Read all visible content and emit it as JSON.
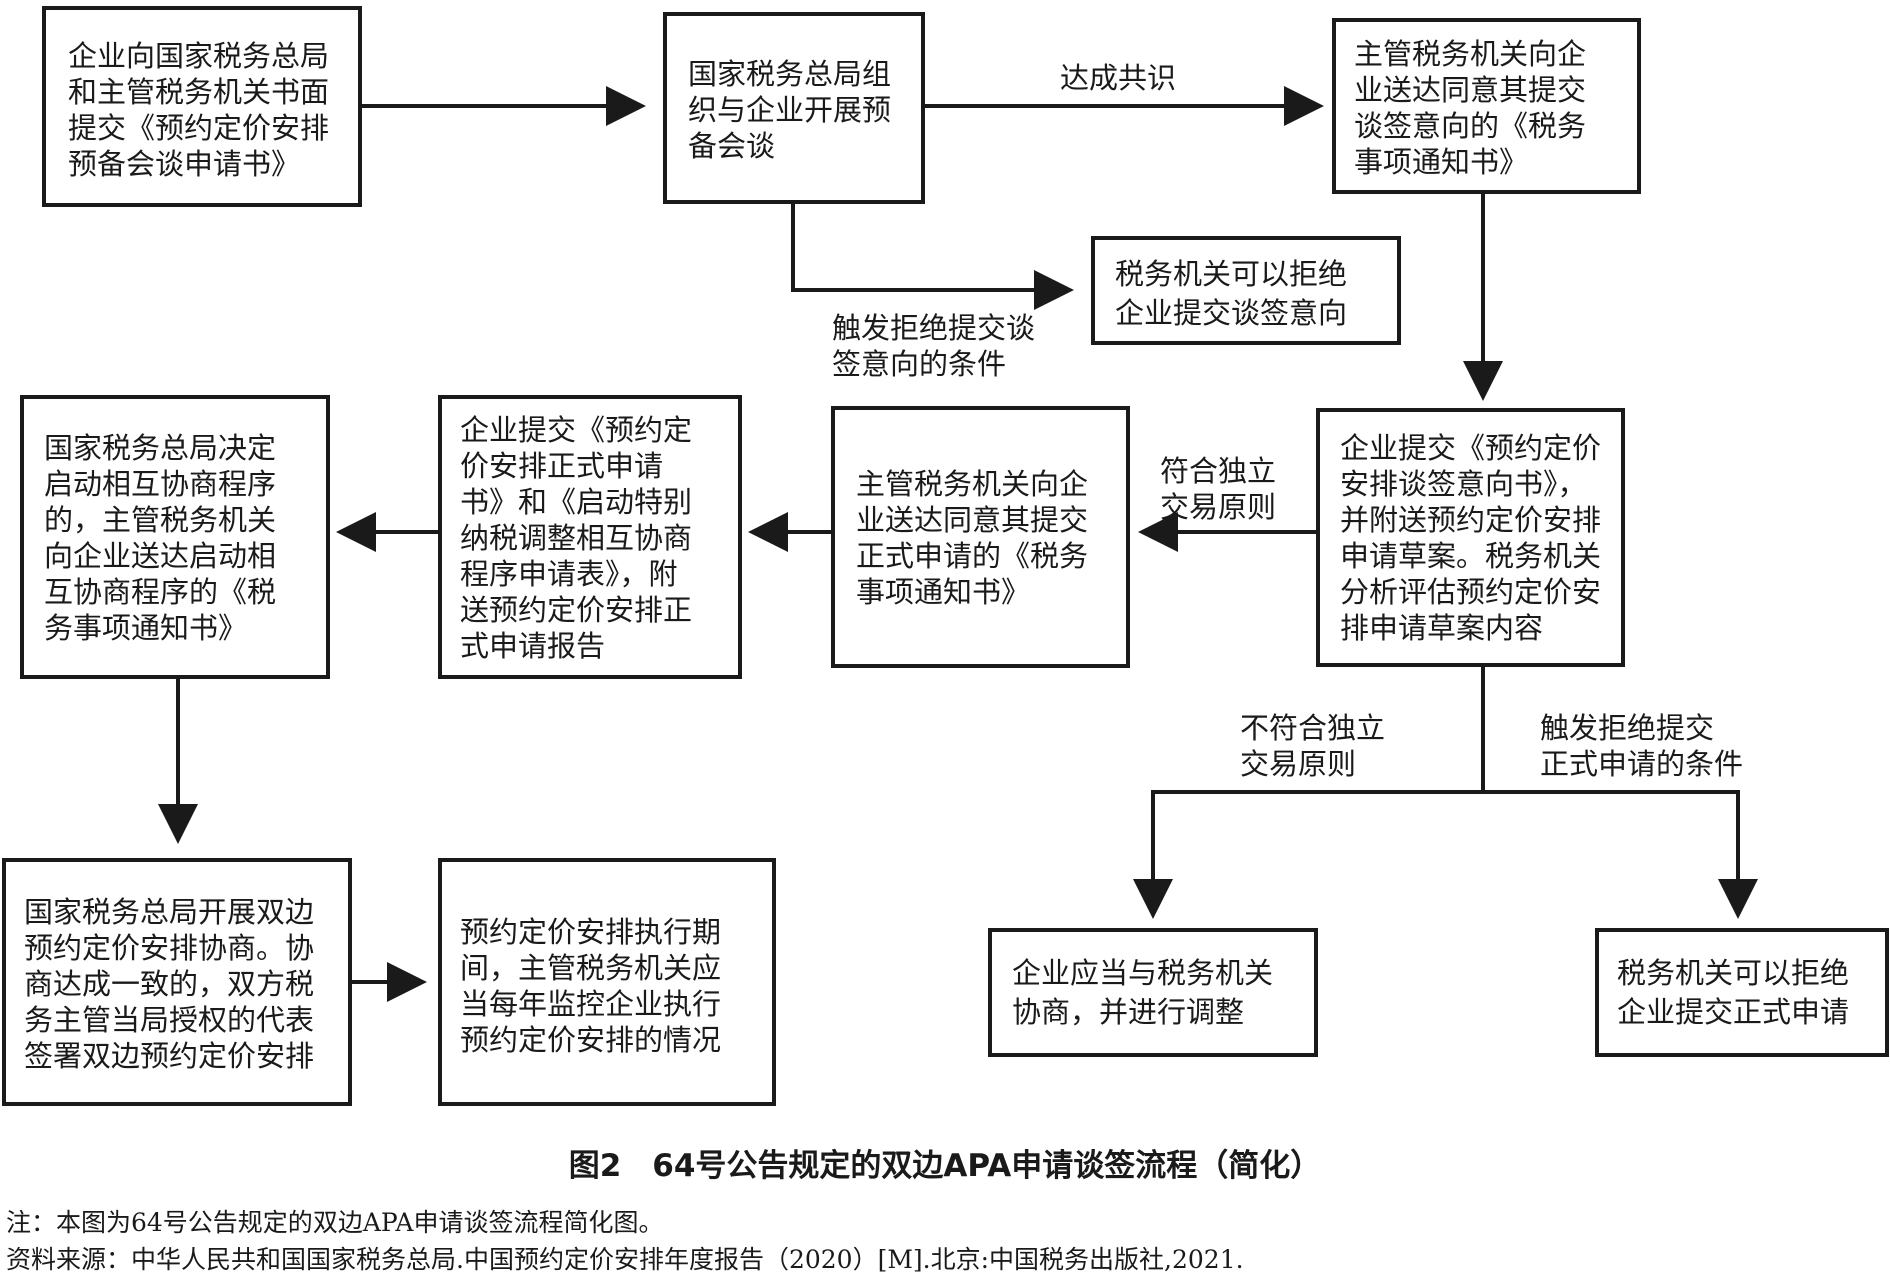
{
  "nodes": {
    "n1": [
      "企业向国家税务总局",
      "和主管税务机关书面",
      "提交《预约定价安排",
      "预备会谈申请书》"
    ],
    "n2": [
      "国家税务总局组",
      "织与企业开展预",
      "备会谈"
    ],
    "n3": [
      "主管税务机关向企",
      "业送达同意其提交",
      "谈签意向的《税务",
      "事项通知书》"
    ],
    "n4": [
      "税务机关可以拒绝",
      "企业提交谈签意向"
    ],
    "n5": [
      "企业提交《预约定价",
      "安排谈签意向书》，",
      "并附送预约定价安排",
      "申请草案。税务机关",
      "分析评估预约定价安",
      "排申请草案内容"
    ],
    "n6": [
      "主管税务机关向企",
      "业送达同意其提交",
      "正式申请的《税务",
      "事项通知书》"
    ],
    "n7": [
      "企业提交《预约定",
      "价安排正式申请",
      "书》和《启动特别",
      "纳税调整相互协商",
      "程序申请表》，附",
      "送预约定价安排正",
      "式申请报告"
    ],
    "n8": [
      "国家税务总局决定",
      "启动相互协商程序",
      "的，主管税务机关",
      "向企业送达启动相",
      "互协商程序的《税",
      "务事项通知书》"
    ],
    "n9": [
      "国家税务总局开展双边",
      "预约定价安排协商。协",
      "商达成一致的，双方税",
      "务主管当局授权的代表",
      "签署双边预约定价安排"
    ],
    "n10": [
      "预约定价安排执行期",
      "间，主管税务机关应",
      "当每年监控企业执行",
      "预约定价安排的情况"
    ],
    "n11": [
      "企业应当与税务机关",
      "协商，并进行调整"
    ],
    "n12": [
      "税务机关可以拒绝",
      "企业提交正式申请"
    ]
  },
  "edge_labels": {
    "consensus": [
      "达成共识"
    ],
    "reject_intent_condition": [
      "触发拒绝提交谈",
      "签意向的条件"
    ],
    "arm_length_yes": [
      "符合独立",
      "交易原则"
    ],
    "arm_length_no": [
      "不符合独立",
      "交易原则"
    ],
    "reject_formal_condition": [
      "触发拒绝提交",
      "正式申请的条件"
    ]
  },
  "caption": {
    "title": "图2　64号公告规定的双边APA申请谈签流程（简化）",
    "note": "注：本图为64号公告规定的双边APA申请谈签流程简化图。",
    "source": "资料来源：中华人民共和国国家税务总局.中国预约定价安排年度报告（2020）[M].北京:中国税务出版社,2021."
  },
  "colors": {
    "line": "#1a1a1a",
    "background": "#ffffff"
  }
}
